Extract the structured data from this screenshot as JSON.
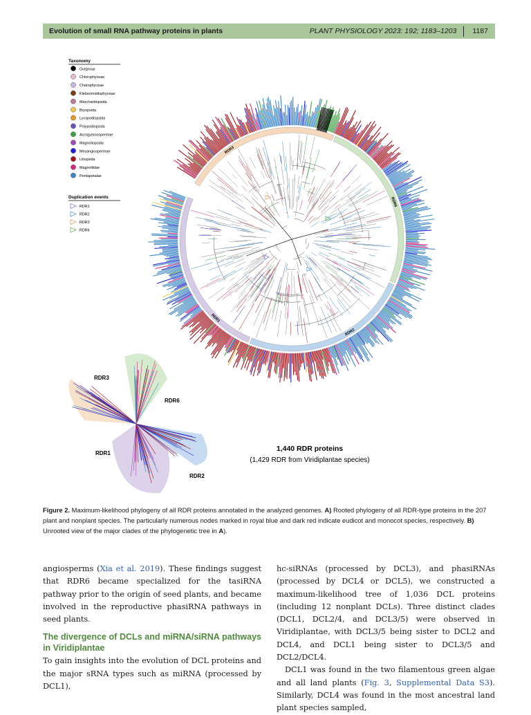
{
  "header": {
    "title": "Evolution of small RNA pathway proteins in plants",
    "journal": "PLANT PHYSIOLOGY 2023: 192; 1183–1203",
    "page": "1187"
  },
  "figure": {
    "legend_taxonomy_title": "Taxonomy",
    "taxa": [
      {
        "name": "Outgroup",
        "color": "#000000"
      },
      {
        "name": "Chlorophyceae",
        "color": "#e9b8d5"
      },
      {
        "name": "Charophyceae",
        "color": "#c9b7e0"
      },
      {
        "name": "Klebsormidiophyceae",
        "color": "#7b3f12"
      },
      {
        "name": "Marchantiopsida",
        "color": "#c07898"
      },
      {
        "name": "Bryopsida",
        "color": "#f0c850"
      },
      {
        "name": "Lycopodiopsida",
        "color": "#e39a2c"
      },
      {
        "name": "Polypodiopsida",
        "color": "#6d56b3"
      },
      {
        "name": "Acrogymnospermae",
        "color": "#3f9f45"
      },
      {
        "name": "Magnoliopsida",
        "color": "#a24bb4"
      },
      {
        "name": "Mesangiospermae",
        "color": "#1f1fd6"
      },
      {
        "name": "Liliopsida",
        "color": "#a3141b"
      },
      {
        "name": "Magnoliidae",
        "color": "#d6297f"
      },
      {
        "name": "Pentapetalae",
        "color": "#3d86c6"
      }
    ],
    "legend_duplication_title": "Duplication events",
    "duplications": [
      {
        "name": "RDR1",
        "color": "#8c8cd8"
      },
      {
        "name": "RDR2",
        "color": "#6aa6d8"
      },
      {
        "name": "RDR3",
        "color": "#e0a870"
      },
      {
        "name": "RDR6",
        "color": "#79b86a"
      }
    ],
    "clades": [
      {
        "name": "RDR3",
        "color": "#f6d9bd"
      },
      {
        "name": "RDR6",
        "color": "#cfe6c6"
      },
      {
        "name": "RDR2",
        "color": "#bcd5ee"
      },
      {
        "name": "RDR1",
        "color": "#d6cbe6"
      }
    ],
    "protein_count": "1,440 RDR proteins",
    "protein_subcount": "(1,429 RDR from Viridiplantae species)"
  },
  "caption": {
    "label": "Figure 2.",
    "text_a": " Maximum-likelihood phylogeny of all RDR proteins annotated in the analyzed genomes. ",
    "a_label": "A)",
    "text_b": " Rooted phylogeny of all RDR-type proteins in the 207 plant and nonplant species. The particularly numerous nodes marked in royal blue and dark red indicate eudicot and monocot species, respectively. ",
    "b_label": "B)",
    "text_c": " Unrooted view of the major clades of the phylogenetic tree in ",
    "ref_a": "A",
    "text_end": ")."
  },
  "left_col": {
    "p1_a": "angiosperms (",
    "p1_ref": "Xia et al. 2019",
    "p1_b": "). These findings suggest that RDR6 became specialized for the tasiRNA pathway prior to the origin of seed plants, and became involved in the reproductive phasiRNA pathways in seed plants.",
    "heading": "The divergence of DCLs and miRNA/siRNA pathways in Viridiplantae",
    "p2": "To gain insights into the evolution of DCL proteins and the major sRNA types such as miRNA (processed by DCL1),"
  },
  "right_col": {
    "p1": "hc-siRNAs (processed by DCL3), and phasiRNAs (processed by DCL4 or DCL5), we constructed a maximum-likelihood tree of 1,036 DCL proteins (including 12 nonplant DCLs). Three distinct clades (DCL1, DCL2/4, and DCL3/5) were observed in Viridiplantae, with DCL3/5 being sister to DCL2 and DCL4, and DCL1 being sister to DCL3/5 and DCL2/DCL4.",
    "p2_a": "DCL1 was found in the two filamentous green algae and all land plants (",
    "p2_ref1": "Fig. 3",
    "p2_mid": ", ",
    "p2_ref2": "Supplemental Data S3",
    "p2_b": "). Similarly, DCL4 was found in the most ancestral land plant species sampled,"
  }
}
